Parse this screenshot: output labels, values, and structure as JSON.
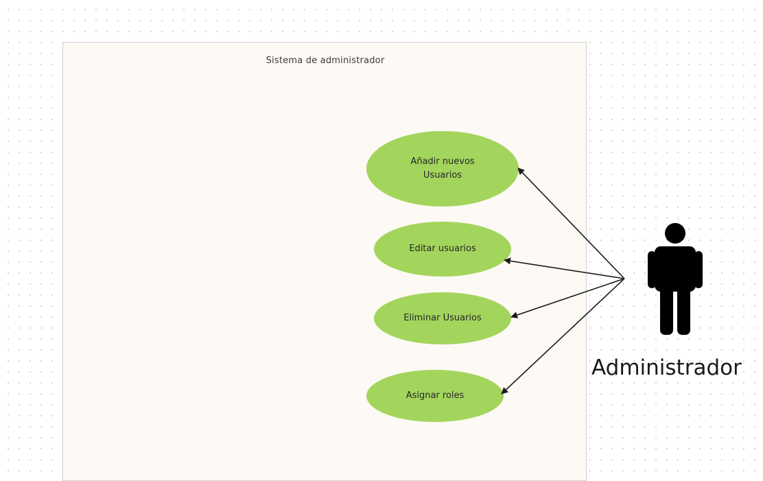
{
  "diagram": {
    "type": "use-case",
    "system": {
      "title": "Sistema de administrador"
    },
    "actor": {
      "name": "Administrador",
      "icon": "person-icon"
    },
    "use_cases": [
      {
        "id": "uc-0",
        "label": "Añadir nuevos\nUsuarios"
      },
      {
        "id": "uc-1",
        "label": "Editar usuarios"
      },
      {
        "id": "uc-2",
        "label": "Eliminar Usuarios"
      },
      {
        "id": "uc-3",
        "label": "Asignar roles"
      }
    ],
    "associations": [
      {
        "from": "actor",
        "to": "uc-0",
        "arrow": "to"
      },
      {
        "from": "actor",
        "to": "uc-1",
        "arrow": "to"
      },
      {
        "from": "actor",
        "to": "uc-2",
        "arrow": "to"
      },
      {
        "from": "actor",
        "to": "uc-3",
        "arrow": "to"
      }
    ],
    "colors": {
      "use_case_fill": "#a3d55d",
      "boundary_fill": "#fdf9f4",
      "boundary_stroke": "#cfcfcf",
      "actor_fill": "#000000",
      "connector": "#1a1a1a"
    }
  }
}
